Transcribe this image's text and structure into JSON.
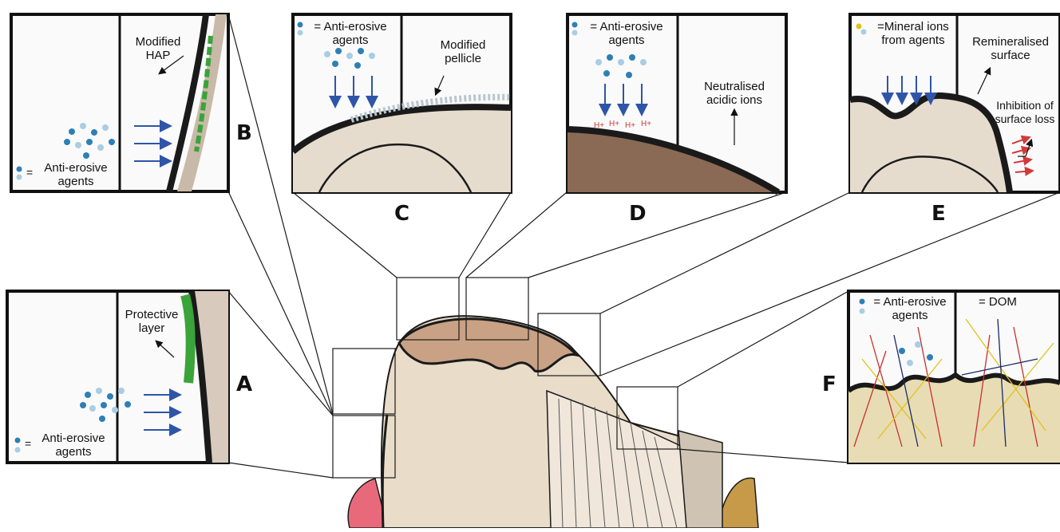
{
  "panels": {
    "A": {
      "letter": "A",
      "legend": "Anti-erosive agents",
      "legend_prefix": "=",
      "callout": "Protective layer"
    },
    "B": {
      "letter": "B",
      "legend": "Anti-erosive agents",
      "legend_prefix": "=",
      "callout": "Modified HAP"
    },
    "C": {
      "letter": "C",
      "legend": "= Anti-erosive agents",
      "callout": "Modified pellicle"
    },
    "D": {
      "letter": "D",
      "legend": "= Anti-erosive agents",
      "callout": "Neutralised acidic ions",
      "ion_label": "H+"
    },
    "E": {
      "letter": "E",
      "legend": "=Mineral ions from agents",
      "callout_1": "Remineralised surface",
      "callout_2": "Inhibition of surface loss"
    },
    "F": {
      "letter": "F",
      "legend": "= Anti-erosive agents",
      "legend_2": "= DOM"
    }
  },
  "colors": {
    "dark_blue_dot": "#2e7fb5",
    "light_blue_dot": "#a9cde4",
    "arrow_blue": "#2e55a8",
    "protective_green": "#3aa33a",
    "tooth_beige": "#e9dcc9",
    "enamel_line": "#1a1a1a",
    "acid_red": "#d23a3a",
    "gum_pink": "#e86a7a"
  }
}
